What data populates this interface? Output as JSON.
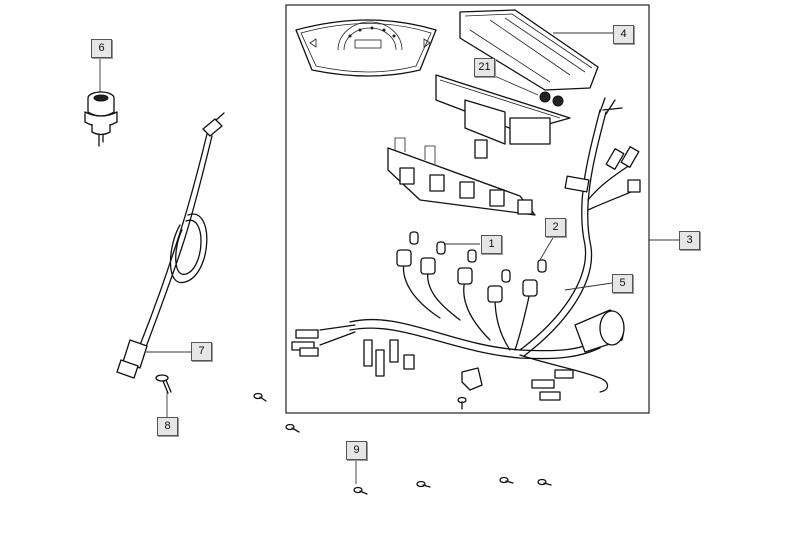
{
  "callouts": [
    {
      "id": "c1",
      "label": "1"
    },
    {
      "id": "c2",
      "label": "2"
    },
    {
      "id": "c3",
      "label": "3"
    },
    {
      "id": "c4",
      "label": "4"
    },
    {
      "id": "c5",
      "label": "5"
    },
    {
      "id": "c6",
      "label": "6"
    },
    {
      "id": "c7",
      "label": "7"
    },
    {
      "id": "c8",
      "label": "8"
    },
    {
      "id": "c9",
      "label": "9"
    },
    {
      "id": "c21",
      "label": "21"
    }
  ]
}
